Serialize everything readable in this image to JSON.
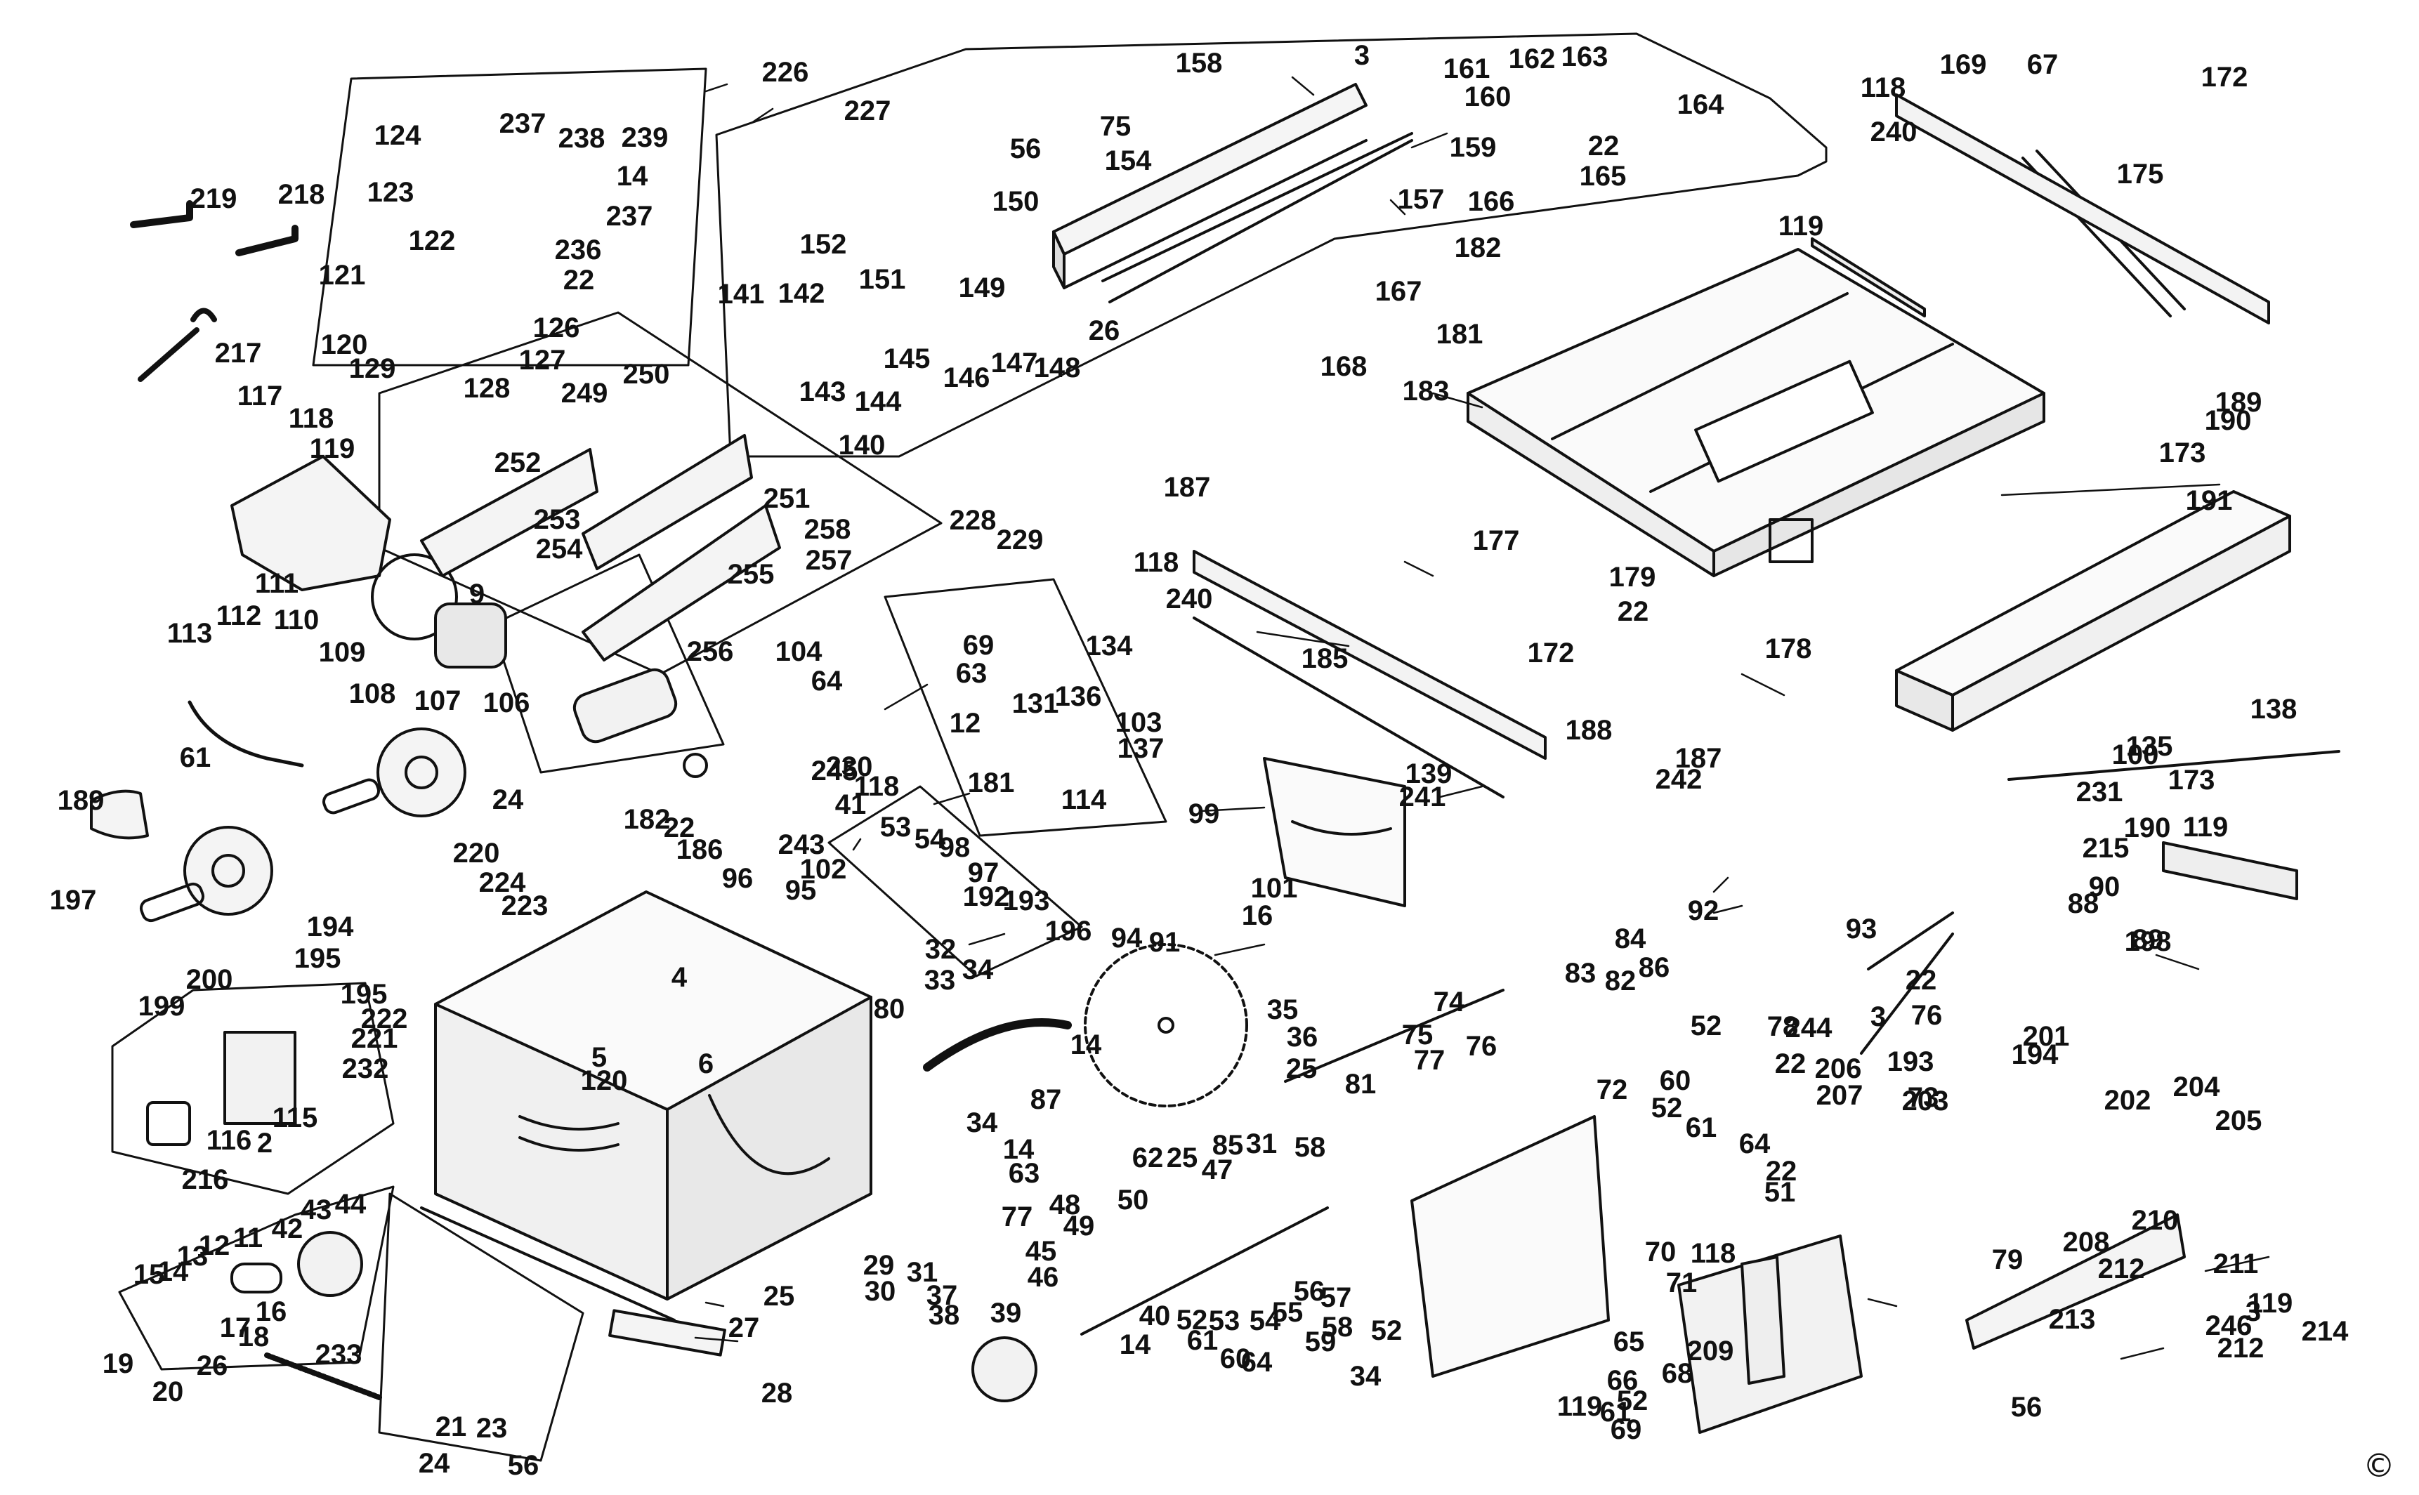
{
  "copyright": "©",
  "callouts": [
    "226",
    "227",
    "3",
    "158",
    "161",
    "162",
    "163",
    "164",
    "118",
    "169",
    "67",
    "172",
    "219",
    "218",
    "124",
    "237",
    "238",
    "239",
    "14",
    "56",
    "75",
    "154",
    "160",
    "159",
    "22",
    "165",
    "240",
    "175",
    "123",
    "150",
    "157",
    "166",
    "119",
    "122",
    "237",
    "236",
    "22",
    "152",
    "151",
    "182",
    "121",
    "126",
    "141",
    "142",
    "149",
    "26",
    "167",
    "120",
    "129",
    "127",
    "128",
    "147",
    "148",
    "145",
    "146",
    "143",
    "144",
    "181",
    "217",
    "168",
    "183",
    "140",
    "117",
    "118",
    "119",
    "250",
    "249",
    "252",
    "190",
    "189",
    "173",
    "111",
    "110",
    "253",
    "254",
    "251",
    "258",
    "257",
    "255",
    "228",
    "229",
    "191",
    "113",
    "112",
    "109",
    "256",
    "187",
    "118",
    "240",
    "177",
    "179",
    "22",
    "178",
    "172",
    "9",
    "108",
    "107",
    "106",
    "104",
    "64",
    "69",
    "134",
    "63",
    "136",
    "131",
    "12",
    "185",
    "103",
    "137",
    "138",
    "61",
    "181",
    "114",
    "135",
    "139",
    "182",
    "22",
    "24",
    "230",
    "245",
    "118",
    "100",
    "173",
    "190",
    "189",
    "41",
    "99",
    "188",
    "187",
    "241",
    "242",
    "186",
    "243",
    "102",
    "53",
    "54",
    "98",
    "97",
    "96",
    "95",
    "101",
    "16",
    "231",
    "119",
    "215",
    "192",
    "193",
    "196",
    "94",
    "91",
    "90",
    "89",
    "88",
    "198",
    "197",
    "194",
    "195",
    "220",
    "224",
    "223",
    "32",
    "33",
    "34",
    "92",
    "93",
    "22",
    "244",
    "200",
    "199",
    "195",
    "222",
    "221",
    "232",
    "115",
    "116",
    "2",
    "216",
    "4",
    "5",
    "120",
    "6",
    "80",
    "14",
    "35",
    "36",
    "25",
    "87",
    "84",
    "83",
    "82",
    "86",
    "74",
    "76",
    "75",
    "77",
    "81",
    "52",
    "78",
    "3",
    "76",
    "193",
    "194",
    "201",
    "203",
    "202",
    "204",
    "205",
    "22",
    "206",
    "207",
    "60",
    "52",
    "61",
    "73",
    "58",
    "72",
    "64",
    "22",
    "51",
    "34",
    "14",
    "63",
    "62",
    "25",
    "85",
    "31",
    "47",
    "48",
    "50",
    "77",
    "49",
    "45",
    "46",
    "44",
    "43",
    "42",
    "11",
    "12",
    "13",
    "14",
    "15",
    "16",
    "17",
    "18",
    "19",
    "233",
    "26",
    "20",
    "21",
    "23",
    "24",
    "56",
    "25",
    "27",
    "28",
    "29",
    "30",
    "31",
    "37",
    "38",
    "39",
    "40",
    "52",
    "53",
    "54",
    "55",
    "56",
    "57",
    "58",
    "59",
    "61",
    "60",
    "64",
    "14",
    "52",
    "34",
    "65",
    "66",
    "61",
    "52",
    "71",
    "70",
    "118",
    "119",
    "69",
    "68",
    "209",
    "208",
    "210",
    "79",
    "212",
    "211",
    "119",
    "3",
    "246",
    "214",
    "212",
    "213",
    "56"
  ]
}
